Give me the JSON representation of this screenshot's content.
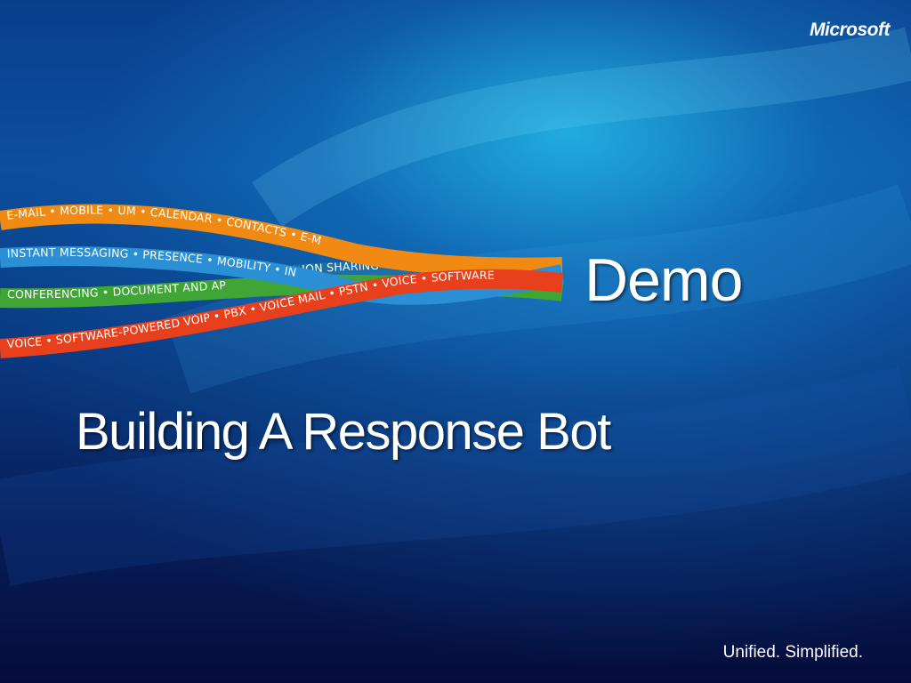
{
  "slide": {
    "brand": "Microsoft",
    "title": "Demo",
    "subtitle": "Building A Response Bot",
    "tagline": "Unified. Simplified."
  },
  "ribbons": [
    {
      "name": "orange-ribbon",
      "color": "#f08a12",
      "text": "E-MAIL • MOBILE • UM • CALENDAR • CONTACTS • E-M"
    },
    {
      "name": "blue-ribbon",
      "color": "#2b8fd6",
      "text": "INSTANT MESSAGING • PRESENCE • MOBILITY • IN"
    },
    {
      "name": "back-ribbon",
      "color": "#1d6fa8",
      "text": "ION SHARING • WEB • AUDIO •"
    },
    {
      "name": "green-ribbon",
      "color": "#3fa535",
      "text": "CONFERENCING • DOCUMENT AND AP"
    },
    {
      "name": "red-ribbon",
      "color": "#e8401c",
      "text": "VOICE • SOFTWARE-POWERED VOIP • PBX • VOICE MAIL • PSTN • VOICE • SOFTWARE"
    }
  ],
  "colors": {
    "background_top": "#0b4f9e",
    "background_bottom": "#050d3c",
    "highlight": "#28c8f0",
    "text": "#ffffff"
  }
}
